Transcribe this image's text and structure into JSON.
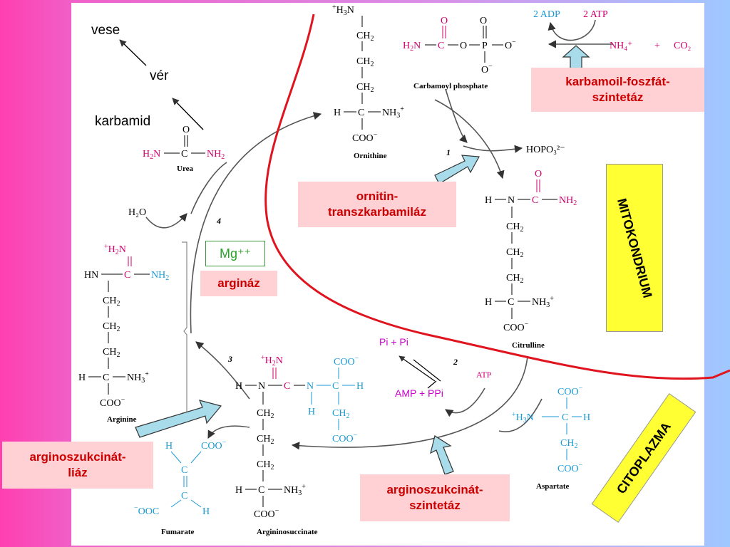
{
  "organ_chain": {
    "vese": "vese",
    "ver": "vér",
    "karbamid": "karbamid"
  },
  "compartments": {
    "mitochondrion": "MITOKONDRIUM",
    "cytoplasm": "CITOPLAZMA"
  },
  "enzymes": {
    "cps": "karbamoil-foszfát-\nszintetáz",
    "otc": "ornitin-\ntranszkarbamiláz",
    "arginase": "argináz",
    "asl": "arginoszukcinát-\nliáz",
    "ass": "arginoszukcinát-\nszintetáz"
  },
  "cofactor": {
    "mg": "Mg⁺⁺"
  },
  "byproducts": {
    "pi": "Pi + Pi",
    "amp": "AMP + PPi"
  },
  "compounds": {
    "carbamoyl_phosphate": "Carbamoyl phosphate",
    "ornithine": "Ornithine",
    "citrulline": "Citrulline",
    "aspartate": "Aspartate",
    "argininosuccinate": "Argininosuccinate",
    "fumarate": "Fumarate",
    "arginine": "Arginine",
    "urea": "Urea"
  },
  "reactants": {
    "adp": "2 ADP",
    "atp2": "2 ATP",
    "nh4": "NH₄⁺",
    "plus": "+",
    "co2": "CO₂",
    "hopo3": "HOPO₃²⁻",
    "atp": "ATP",
    "h2o": "H₂O"
  },
  "steps": {
    "s1": "1",
    "s2": "2",
    "s3": "3",
    "s4": "4"
  },
  "colors": {
    "red_line": "#e0141e",
    "enzyme_bg": "#ffd0d4",
    "enzyme_text": "#cc0000",
    "label_bg": "#ffff33",
    "cofactor": "#2ca02c",
    "pink_atom": "#d0006f",
    "blue_atom": "#1a9ad6",
    "byproduct": "#cc00cc"
  }
}
